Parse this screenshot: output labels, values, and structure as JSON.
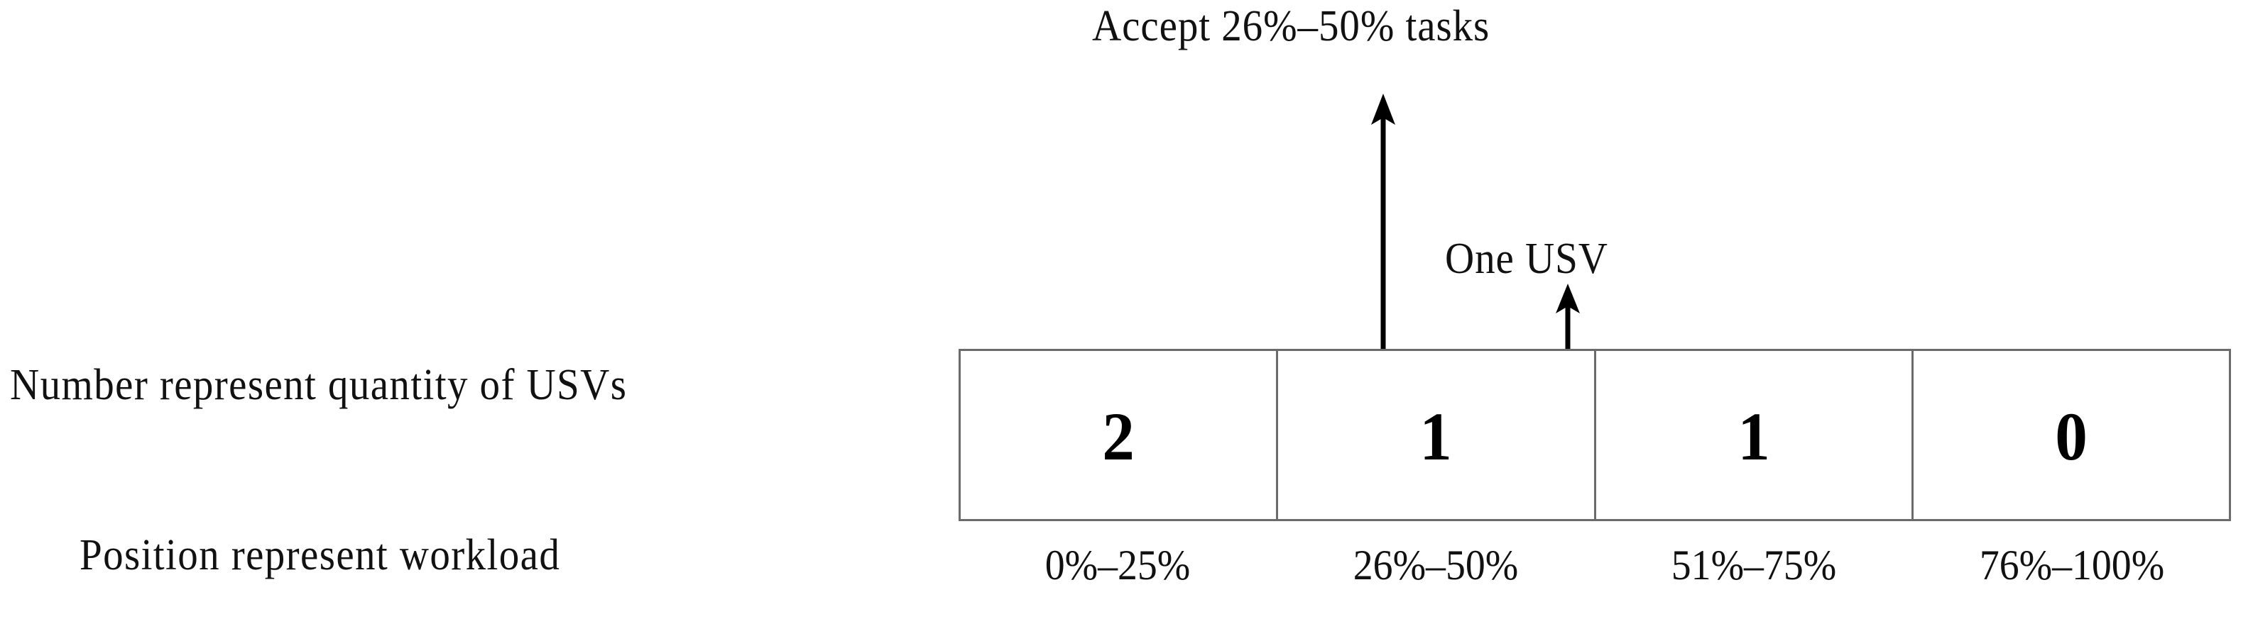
{
  "figure": {
    "type": "workload-distribution-diagram",
    "background_color": "#ffffff",
    "line_color": "#6b6b6b",
    "text_color": "#111111"
  },
  "captions": {
    "number_caption": "Number represent  quantity of USVs",
    "position_caption": "Position represent  workload"
  },
  "annotations": {
    "accept_label": "Accept  26%–50% tasks",
    "one_usv_label": "One  USV"
  },
  "table": {
    "columns": [
      {
        "value": "2",
        "range": "0%–25%"
      },
      {
        "value": "1",
        "range": "26%–50%"
      },
      {
        "value": "1",
        "range": "51%–75%"
      },
      {
        "value": "0",
        "range": "76%–100%"
      }
    ]
  },
  "chart_data": {
    "type": "bar",
    "title": "",
    "xlabel": "Position represent  workload",
    "ylabel": "Number represent  quantity of USVs",
    "categories": [
      "0%–25%",
      "26%–50%",
      "51%–75%",
      "76%–100%"
    ],
    "values": [
      2,
      1,
      1,
      0
    ],
    "annotations": [
      {
        "text": "Accept  26%–50% tasks",
        "points_to": "26%–50%"
      },
      {
        "text": "One  USV",
        "points_to": "51%–75%"
      }
    ],
    "grid": false,
    "legend": "none"
  },
  "icons": {
    "arrow_up": "arrow-up-icon"
  }
}
